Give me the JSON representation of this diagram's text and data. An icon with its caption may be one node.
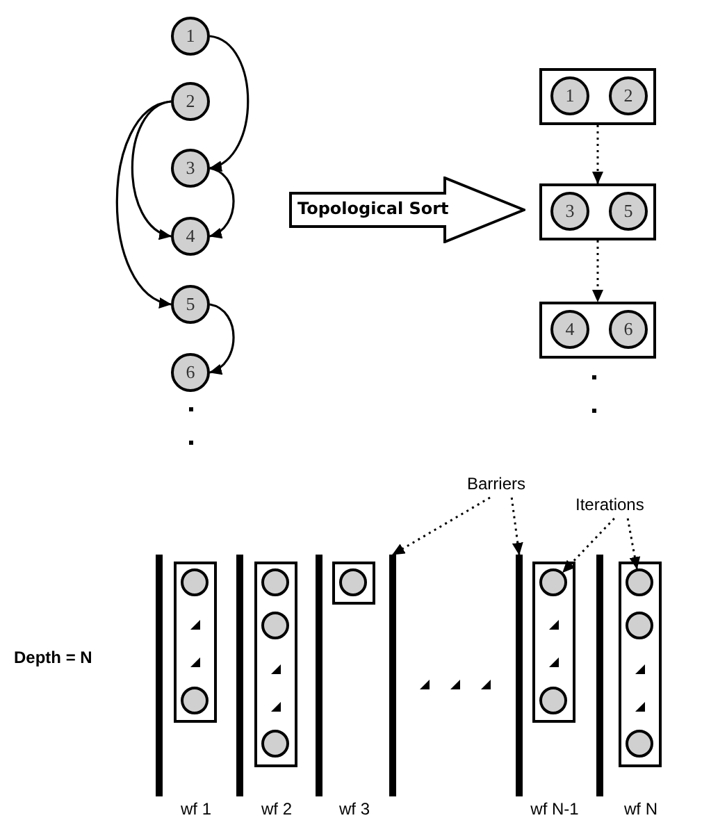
{
  "diagram": {
    "nodes": [
      {
        "text": [
          "1"
        ]
      },
      {
        "text": [
          "2"
        ]
      },
      {
        "text": [
          "3"
        ]
      },
      {
        "text": [
          "4"
        ]
      },
      {
        "text": [
          "5"
        ]
      },
      {
        "text": [
          "6"
        ]
      },
      {
        "text": [
          "Topological Sort"
        ]
      },
      {
        "text": [],
        "shape": "box"
      },
      {
        "text": [
          "1"
        ],
        "in": 7
      },
      {
        "text": [
          "2"
        ],
        "in": 7
      },
      {
        "text": [],
        "shape": "box"
      },
      {
        "text": [
          "3"
        ],
        "in": 10
      },
      {
        "text": [
          "5"
        ],
        "in": 10
      },
      {
        "text": [],
        "shape": "box"
      },
      {
        "text": [
          "4"
        ],
        "in": 13
      },
      {
        "text": [
          "6"
        ],
        "in": 13
      },
      {
        "text": [
          "Barriers"
        ]
      },
      {
        "text": [
          "Iterations"
        ]
      },
      {
        "text": [],
        "shape": "bar"
      },
      {
        "text": [],
        "shape": "box"
      },
      {
        "text": [],
        "shape": "circle",
        "in": 19
      },
      {
        "text": [],
        "shape": "circle",
        "in": 19
      },
      {
        "text": [],
        "shape": "bar"
      },
      {
        "text": [],
        "shape": "box"
      },
      {
        "text": [],
        "shape": "circle",
        "in": 23
      },
      {
        "text": [],
        "shape": "circle",
        "in": 23
      },
      {
        "text": [],
        "shape": "circle",
        "in": 23
      },
      {
        "text": [],
        "shape": "bar"
      },
      {
        "text": [],
        "shape": "box"
      },
      {
        "text": [],
        "shape": "circle",
        "in": 28
      },
      {
        "text": [],
        "shape": "bar"
      },
      {
        "text": [],
        "shape": "bar"
      },
      {
        "text": [],
        "shape": "box"
      },
      {
        "text": [],
        "shape": "circle",
        "in": 32
      },
      {
        "text": [],
        "shape": "circle",
        "in": 32
      },
      {
        "text": [],
        "shape": "bar"
      },
      {
        "text": [],
        "shape": "box"
      },
      {
        "text": [],
        "shape": "circle",
        "in": 36
      },
      {
        "text": [],
        "shape": "circle",
        "in": 36
      },
      {
        "text": [],
        "shape": "circle",
        "in": 36
      }
    ],
    "edges": [
      {
        "from": 0,
        "to": 2,
        "arrow": "to"
      },
      {
        "from": 1,
        "to": 3,
        "arrow": "to"
      },
      {
        "from": 2,
        "to": 3,
        "arrow": "to"
      },
      {
        "from": 1,
        "to": 4,
        "arrow": "to"
      },
      {
        "from": 4,
        "to": 5,
        "arrow": "to"
      },
      {
        "from": 7,
        "to": 10,
        "arrow": "to",
        "style": "dashed"
      },
      {
        "from": 10,
        "to": 13,
        "arrow": "to",
        "style": "dashed"
      },
      {
        "from": 16,
        "to": 30,
        "arrow": "to",
        "style": "dashed"
      },
      {
        "from": 16,
        "to": 31,
        "arrow": "to",
        "style": "dashed"
      },
      {
        "from": 17,
        "to": 33,
        "arrow": "to",
        "style": "dashed"
      },
      {
        "from": 17,
        "to": 37,
        "arrow": "to",
        "style": "dashed"
      }
    ],
    "labels": [
      "Depth = N",
      "wf 1",
      "wf 2",
      "wf 3",
      "wf N-1",
      "wf N"
    ]
  }
}
